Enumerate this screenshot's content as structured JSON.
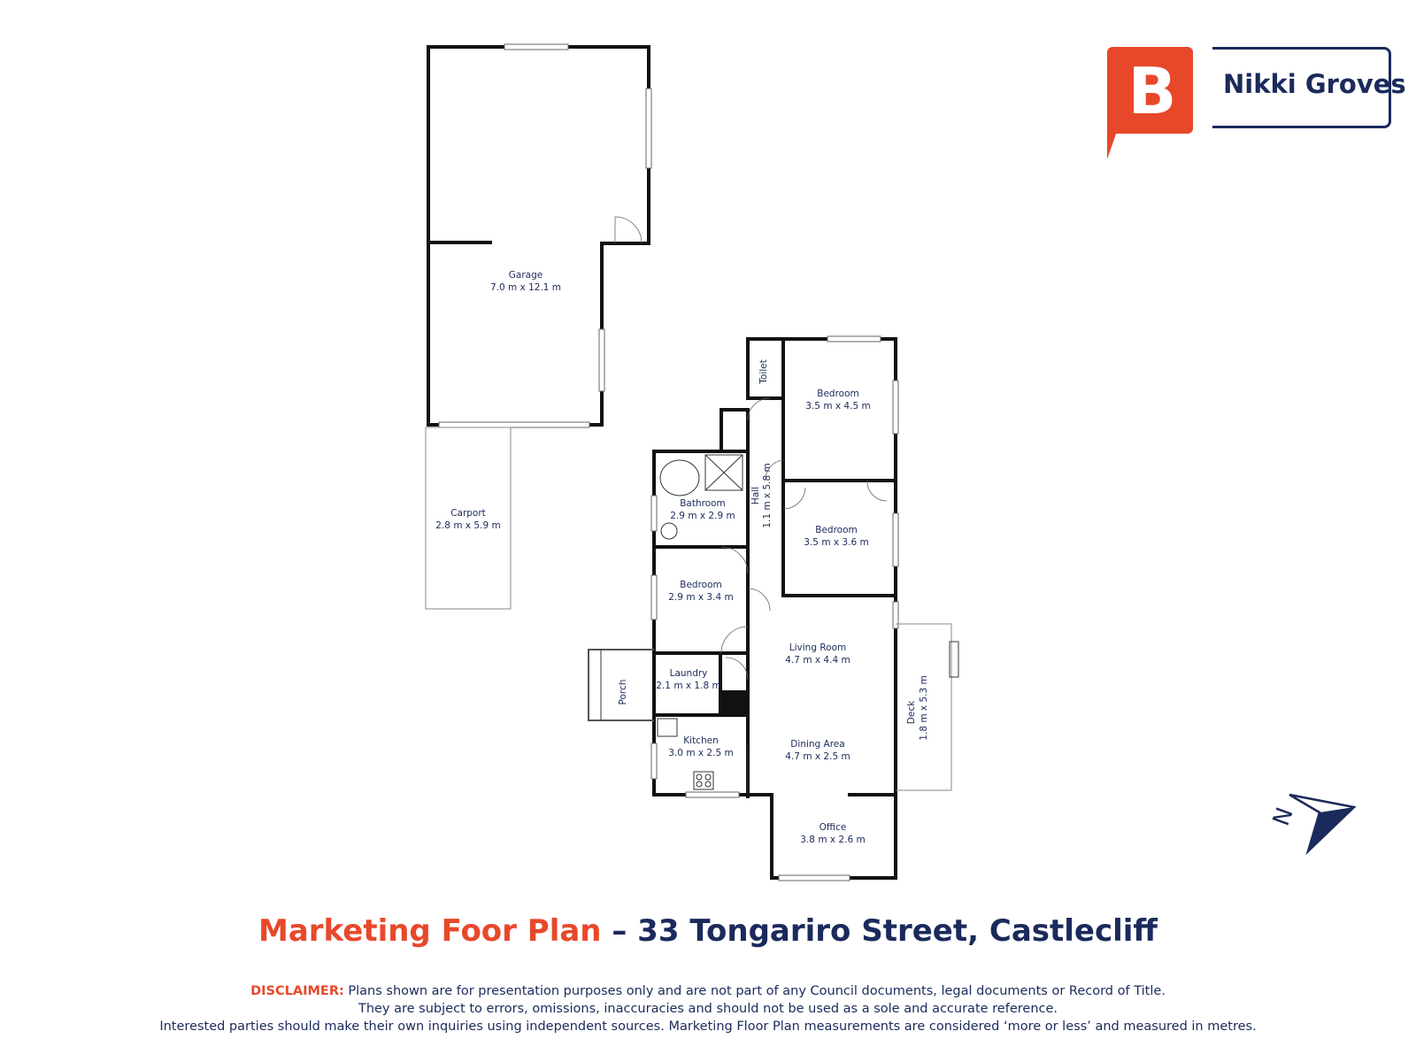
{
  "brand": {
    "logo_letter": "B",
    "name": "Nikki Groves",
    "colors": {
      "accent": "#e8482a",
      "navy": "#1b2a5c"
    }
  },
  "title": {
    "accent": "Marketing Foor Plan",
    "main": " – 33 Tongariro Street, Castlecliff"
  },
  "disclaimer": {
    "label": "DISCLAIMER:",
    "line1": " Plans shown are for presentation purposes only and are not part of any Council documents, legal documents or Record of Title.",
    "line2": "They are subject to errors, omissions, inaccuracies and should not be used as a sole and accurate reference.",
    "line3": "Interested parties should make their own inquiries using independent sources. Marketing Floor Plan measurements are considered ‘more or less’ and measured in metres."
  },
  "rooms": {
    "garage": {
      "name": "Garage",
      "size": "7.0 m x 12.1 m"
    },
    "carport": {
      "name": "Carport",
      "size": "2.8 m x 5.9 m"
    },
    "toilet": {
      "name": "Toilet"
    },
    "bedroom1": {
      "name": "Bedroom",
      "size": "3.5 m x 4.5 m"
    },
    "hall": {
      "name": "Hall",
      "size": "1.1 m x 5.8 m"
    },
    "bathroom": {
      "name": "Bathroom",
      "size": "2.9 m x 2.9 m"
    },
    "bedroom2": {
      "name": "Bedroom",
      "size": "3.5 m x 3.6 m"
    },
    "bedroom3": {
      "name": "Bedroom",
      "size": "2.9 m x 3.4 m"
    },
    "living": {
      "name": "Living Room",
      "size": "4.7 m x 4.4 m"
    },
    "laundry": {
      "name": "Laundry",
      "size": "2.1 m x 1.8 m"
    },
    "porch": {
      "name": "Porch"
    },
    "deck": {
      "name": "Deck",
      "size": "1.8 m x 5.3 m"
    },
    "kitchen": {
      "name": "Kitchen",
      "size": "3.0 m x 2.5 m"
    },
    "dining": {
      "name": "Dining Area",
      "size": "4.7 m x 2.5 m"
    },
    "office": {
      "name": "Office",
      "size": "3.8 m x 2.6 m"
    }
  },
  "compass": {
    "label": "N",
    "icon": "north-arrow-icon"
  }
}
